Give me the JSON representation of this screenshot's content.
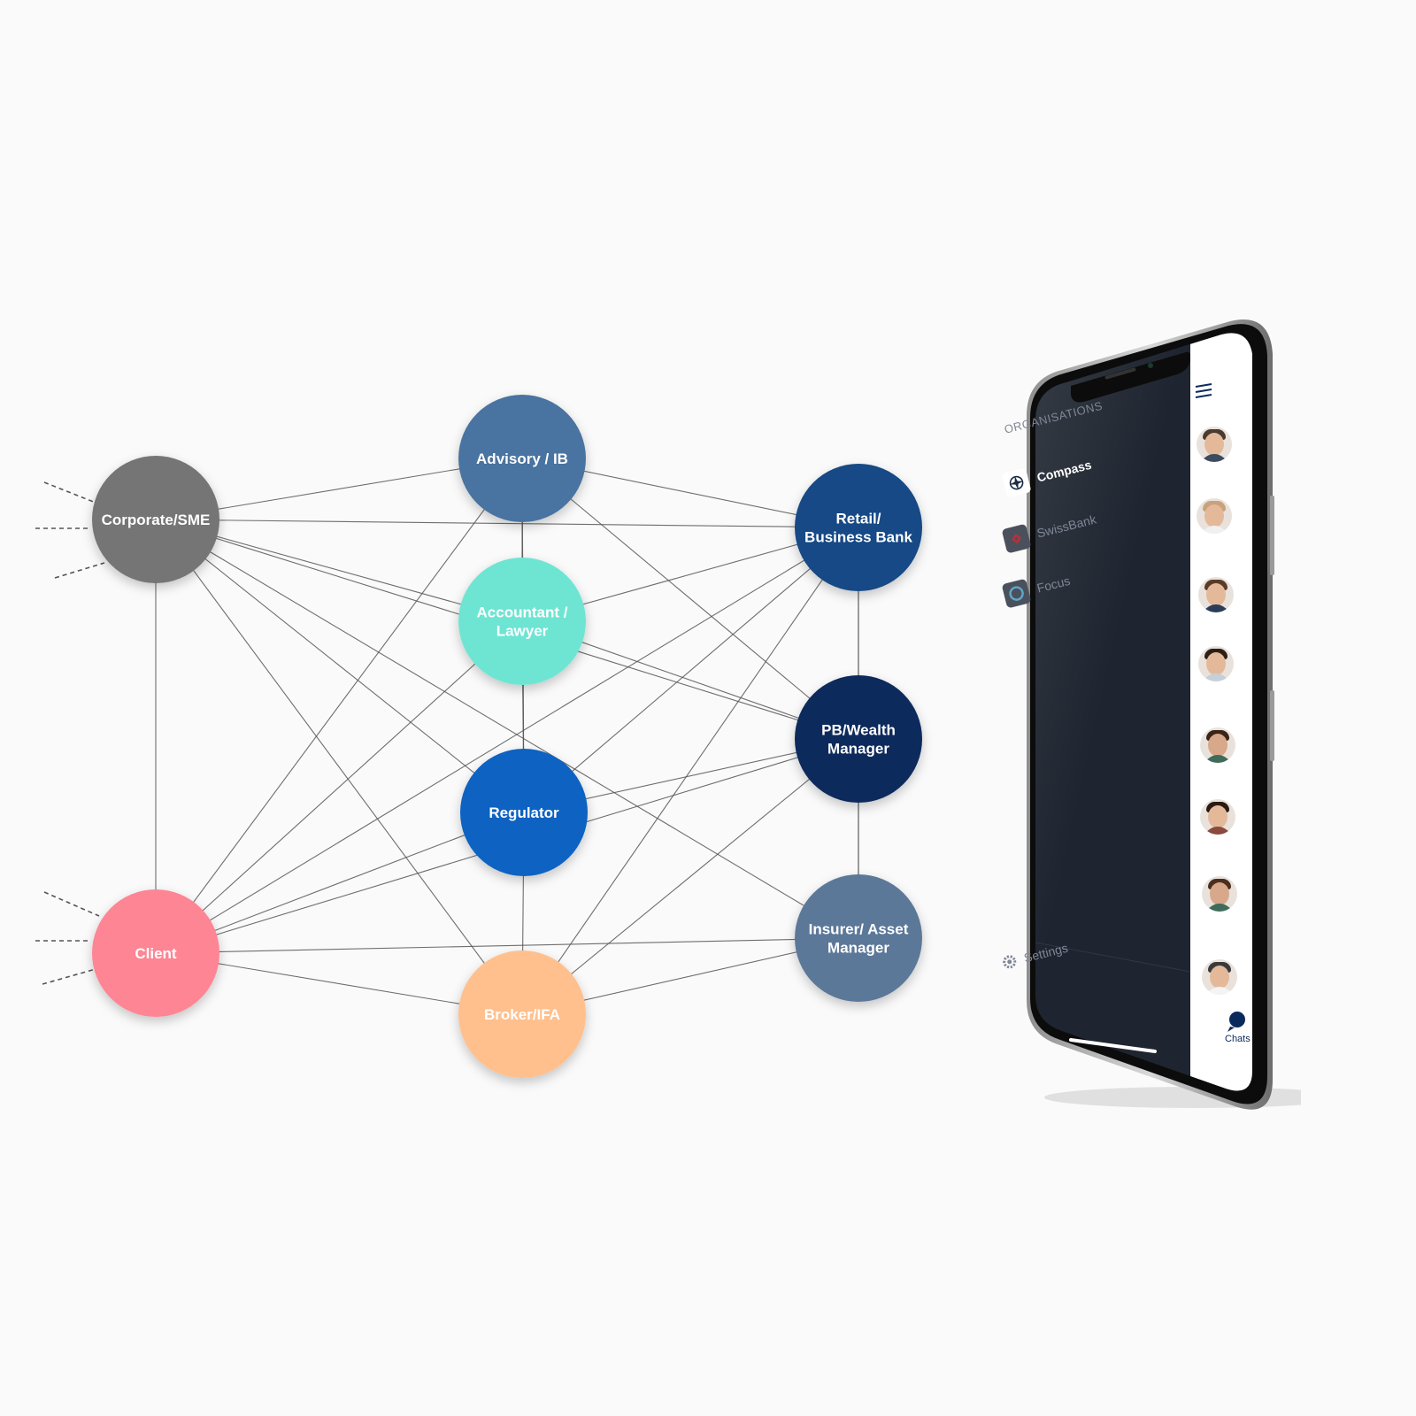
{
  "diagram": {
    "nodes": [
      {
        "id": "corporate",
        "lines": [
          "Corporate/SME"
        ],
        "color": "#747474"
      },
      {
        "id": "advisory",
        "lines": [
          "Advisory / IB"
        ],
        "color": "#4a73a0"
      },
      {
        "id": "retail",
        "lines": [
          "Retail/",
          "Business Bank"
        ],
        "color": "#164a85"
      },
      {
        "id": "accountant",
        "lines": [
          "Accountant /",
          "Lawyer"
        ],
        "color": "#6ee5d2"
      },
      {
        "id": "pb",
        "lines": [
          "PB/Wealth",
          "Manager"
        ],
        "color": "#0b2a5c"
      },
      {
        "id": "regulator",
        "lines": [
          "Regulator"
        ],
        "color": "#0a62c2"
      },
      {
        "id": "client",
        "lines": [
          "Client"
        ],
        "color": "#fd8594"
      },
      {
        "id": "broker",
        "lines": [
          "Broker/IFA"
        ],
        "color": "#ffc08e"
      },
      {
        "id": "insurer",
        "lines": [
          "Insurer/ Asset",
          "Manager"
        ],
        "color": "#5b7899"
      }
    ],
    "edges": [
      [
        "corporate",
        "advisory"
      ],
      [
        "corporate",
        "retail"
      ],
      [
        "corporate",
        "accountant"
      ],
      [
        "corporate",
        "pb"
      ],
      [
        "corporate",
        "regulator"
      ],
      [
        "corporate",
        "client"
      ],
      [
        "corporate",
        "broker"
      ],
      [
        "corporate",
        "insurer"
      ],
      [
        "advisory",
        "retail"
      ],
      [
        "advisory",
        "accountant"
      ],
      [
        "advisory",
        "pb"
      ],
      [
        "advisory",
        "regulator"
      ],
      [
        "advisory",
        "client"
      ],
      [
        "retail",
        "accountant"
      ],
      [
        "retail",
        "pb"
      ],
      [
        "retail",
        "regulator"
      ],
      [
        "retail",
        "client"
      ],
      [
        "retail",
        "broker"
      ],
      [
        "retail",
        "insurer"
      ],
      [
        "accountant",
        "pb"
      ],
      [
        "accountant",
        "regulator"
      ],
      [
        "accountant",
        "client"
      ],
      [
        "pb",
        "regulator"
      ],
      [
        "pb",
        "client"
      ],
      [
        "pb",
        "broker"
      ],
      [
        "pb",
        "insurer"
      ],
      [
        "regulator",
        "client"
      ],
      [
        "regulator",
        "broker"
      ],
      [
        "client",
        "broker"
      ],
      [
        "client",
        "insurer"
      ],
      [
        "broker",
        "insurer"
      ]
    ],
    "line_color": "#555555",
    "dash_color": "#555555"
  },
  "phone": {
    "organisations_heading": "ORGANISATIONS",
    "organisations": [
      {
        "name": "Compass",
        "active": true,
        "icon": "compass-icon"
      },
      {
        "name": "SwissBank",
        "active": false,
        "icon": "swissbank-logo-icon"
      },
      {
        "name": "Focus",
        "active": false,
        "icon": "focus-ring-icon"
      }
    ],
    "settings_label": "Settings",
    "chats_tab_label": "Chats",
    "drawer_color": "#1f2530",
    "accent": "#0b2a5c"
  }
}
